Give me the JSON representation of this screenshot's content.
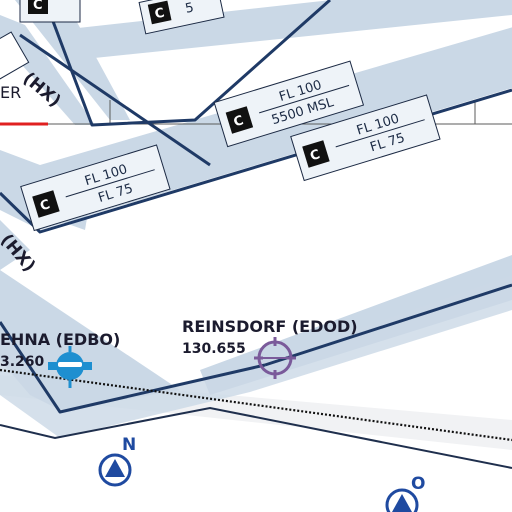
{
  "colors": {
    "corridor": "#cad8e6",
    "corridor_edge": "#1f3a66",
    "box_fill": "#eef3f8",
    "box_border": "#1c2a44",
    "reporting_point": "#1f4aa0",
    "heliport": "#1e8fd0",
    "glider": "#7a5a9a",
    "route_line": "#111111",
    "accent_red": "#e02020"
  },
  "map": {
    "cut_labels": {
      "top_left_partial_char": "ER",
      "top_right_partial_digit": "5",
      "route_designator_upper": "(HX)",
      "route_designator_lower": "(HX)"
    },
    "altitude_boxes": [
      {
        "class_letter": "C",
        "top": "FL 100",
        "bottom": "5500 MSL"
      },
      {
        "class_letter": "C",
        "top": "FL 100",
        "bottom": "FL 75"
      },
      {
        "class_letter": "C",
        "top": "FL 100",
        "bottom": "FL 75"
      },
      {
        "class_letter": "C",
        "top": "",
        "bottom": ""
      },
      {
        "class_letter": "C",
        "top": "",
        "bottom": ""
      }
    ],
    "airfields": {
      "edbo": {
        "name": "EHNA (EDBO)",
        "frequency": "3.260",
        "icon": "heliport-icon"
      },
      "edod": {
        "name": "REINSDORF (EDOD)",
        "frequency": "130.655",
        "icon": "glider-site-icon"
      }
    },
    "reporting_points": [
      {
        "letter": "N",
        "icon": "reporting-point-icon"
      },
      {
        "letter": "O",
        "icon": "reporting-point-icon"
      }
    ]
  }
}
